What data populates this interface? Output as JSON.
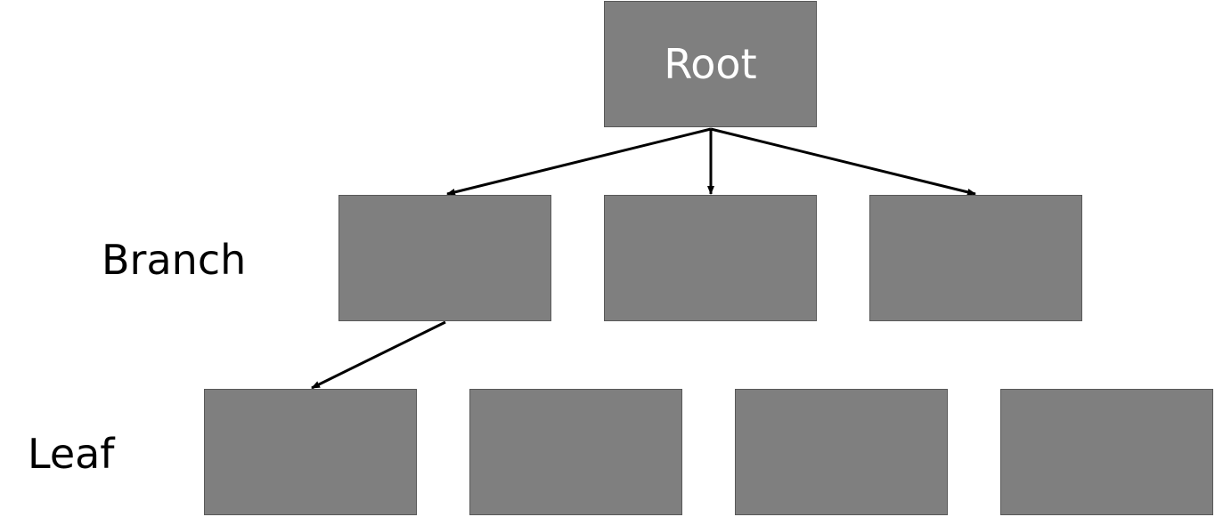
{
  "diagram": {
    "root_label": "Root",
    "levels": {
      "branch_label": "Branch",
      "leaf_label": "Leaf"
    },
    "colors": {
      "node_fill": "#7f7f7f",
      "node_border": "#595959",
      "node_text": "#ffffff",
      "edge": "#000000"
    }
  }
}
